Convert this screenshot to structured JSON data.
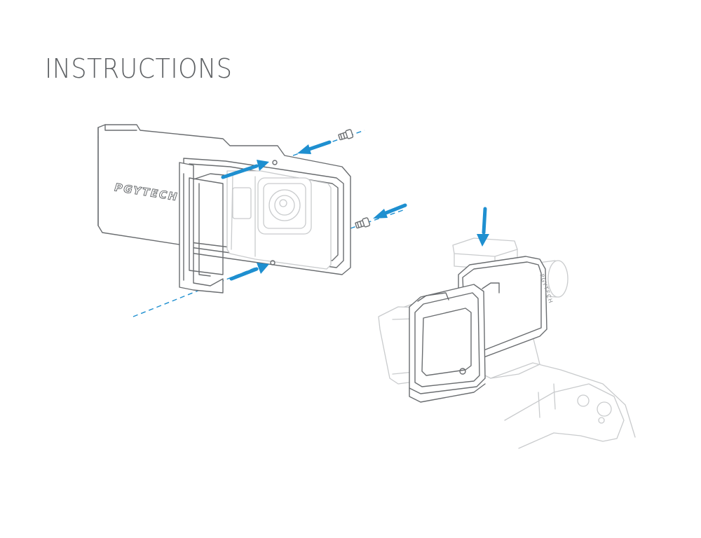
{
  "header": {
    "title": "INSTRUCTIONS"
  },
  "diagram": {
    "brand_text": "PGYTECH",
    "accent_color": "#1e8fd0",
    "line_color": "#6a6d70",
    "faded_color": "#c9cbcd",
    "icons": [
      "screw-icon",
      "arrow-icon",
      "action-camera",
      "gimbal-stabilizer",
      "adapter-plate"
    ]
  }
}
